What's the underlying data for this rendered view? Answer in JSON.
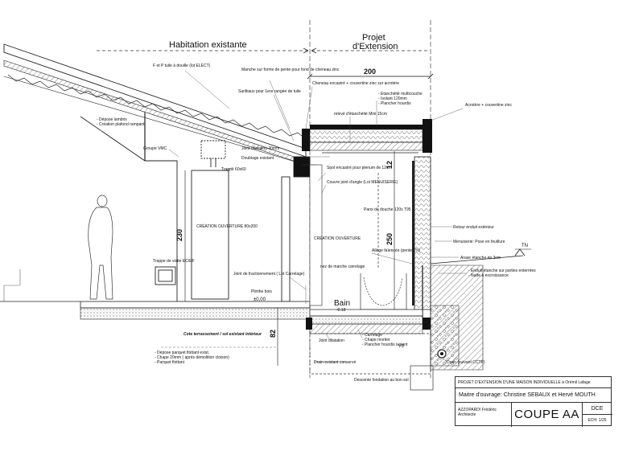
{
  "header": {
    "existing": "Habitation existante",
    "extension_line1": "Projet",
    "extension_line2": "d'Extension"
  },
  "dimensions": {
    "width_200": "200",
    "h_230": "230",
    "h_250": "250",
    "h_12": "12",
    "h_82": "82"
  },
  "labels": {
    "tuile": "F et P tuile à douille (lot ELECT)",
    "manche": "Manche sur forme de pente pour fond de cheneau zinc",
    "sarlitiaux": "Sarlitiaux pour 1ere rangée de tuile",
    "cheneau": "Cheneau encastré + couvertine zinc sur acrotère",
    "etancheite": "- Etanchéité multicouche\n- Isolant 120mm\n- Plancher hourdis",
    "acrotere": "Acrotère + couvertine zinc",
    "depose_lambris": "- Dépose lambris\n- Création plafond rampant",
    "releve": "relevé d'étanchéité Mini 15cm",
    "groupe_vmc": "Groupe VMC",
    "joint_dilat": "Joint dilatation 20mm",
    "doublage": "Doublage existant",
    "trappe": "Trappe 60x60",
    "spot": "Spot encastré pour plenum de 12cm",
    "couvre_joint": "Couvre joint d'angle (Lot MENUISERIE)",
    "paroi": "Paroi de douche 120x T95",
    "creation_ouv1": "CRÉATION OUVERTURE 80x200",
    "creation_ouv2": "CRÉATION OUVERTURE",
    "retour_enduit": "Retour enduit extérieur",
    "menuiserie": "Menuiserie: Pose en feuillure",
    "trappe_visite": "Trappe de visite EC/EF",
    "allege": "Allège faïencée (pente 1%)",
    "arase": "Arase étanche ép 3cm",
    "enduit": "- Enduit étanche sur parties enterrées\n- Natte à excroissance",
    "tn": "TN",
    "joint_fract": "Joint de fractionnement ( Lot Carrelage)",
    "nez_marche": "nez de marche carrelage",
    "plinthe": "Plinthe bois",
    "zero": "±0,00",
    "bain": "Bain",
    "bain_level": "-0.18",
    "cote_terr": "Cote terrassement / sol existant intérieur",
    "joint_dilatation": "Joint dilatation",
    "carrelage": "- Carrelage\n- Chape mortier\n- Plancher hourdis isolant",
    "vs": "VS",
    "depose_parquet": "- Dépose parquet flottant exist.\n- Chape 20mm ( après démolition cloison)\n- Parquet flottant",
    "drain_exist": "Drain existant conservé",
    "drain": "Drain (suivant CCTP)",
    "descente": "Descente fondation au bon sol"
  },
  "cartouche": {
    "project": "PROJET D'EXTENSION D'UNE MAISON INDIVIDUELLE à Orémil Lafage",
    "owner": "Maitre d'ouvrage: Christine SEBAUX et Hervé MOUTH",
    "architect_name": "AZZOPARDI Frédéric",
    "architect_role": "Architecte",
    "title": "COUPE AA",
    "phase": "DCE",
    "scale": "ECH: 1/25"
  }
}
